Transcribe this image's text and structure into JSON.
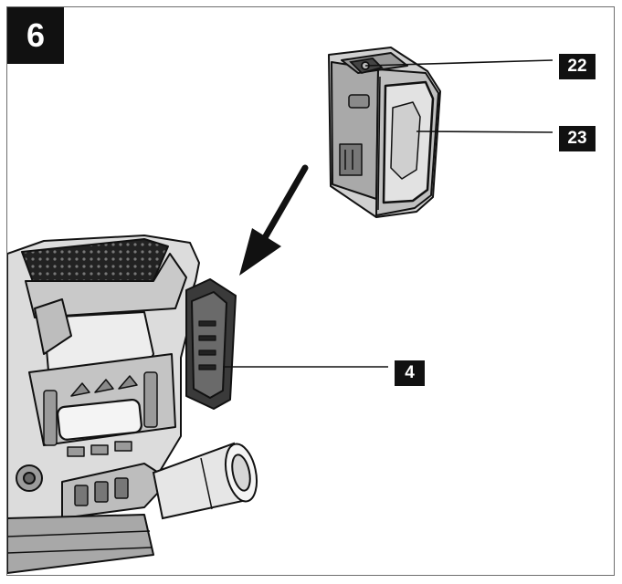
{
  "figure_number": "6",
  "callouts": {
    "battery_release_button": "22",
    "battery_pack": "23",
    "battery_mount": "4"
  },
  "colors": {
    "ink": "#111111",
    "frame": "#6e6e6e",
    "paper": "#ffffff"
  }
}
